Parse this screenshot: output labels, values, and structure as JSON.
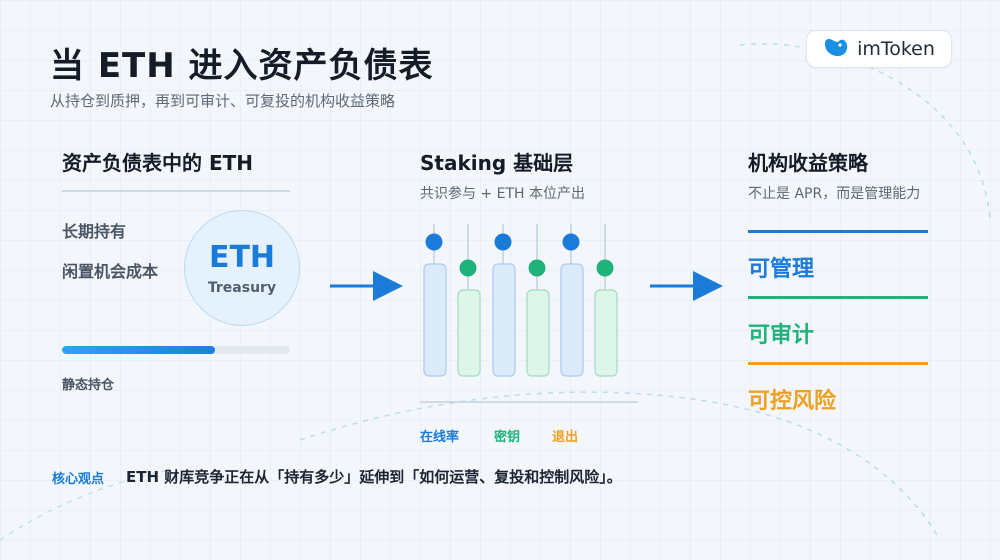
{
  "header": {
    "title": "当 ETH 进入资产负债表",
    "subtitle": "从持仓到质押，再到可审计、可复投的机构收益策略",
    "brand": "imToken"
  },
  "left": {
    "title": "资产负债表中的 ETH",
    "items": [
      "长期持有",
      "闲置机会成本"
    ],
    "circle_main": "ETH",
    "circle_sub": "Treasury",
    "progress": 0.67,
    "progress_label": "静态持仓"
  },
  "middle": {
    "title": "Staking 基础层",
    "subtitle": "共识参与 + ETH 本位产出",
    "legend": [
      {
        "label": "在线率",
        "color": "#1a7bd9"
      },
      {
        "label": "密钥",
        "color": "#1fb27a"
      },
      {
        "label": "退出",
        "color": "#f0a020"
      }
    ]
  },
  "right": {
    "title": "机构收益策略",
    "subtitle": "不止是 APR，而是管理能力",
    "items": [
      {
        "label": "可管理",
        "color": "#1a7bd9"
      },
      {
        "label": "可审计",
        "color": "#1fb27a"
      },
      {
        "label": "可控风险",
        "color": "#f0a020"
      }
    ]
  },
  "footer": {
    "label": "核心观点",
    "text": "ETH 财库竞争正在从「持有多少」延伸到「如何运营、复投和控制风险」。"
  },
  "colors": {
    "blue": "#1a7bd9",
    "green": "#1fb27a",
    "orange": "#f0a020"
  }
}
